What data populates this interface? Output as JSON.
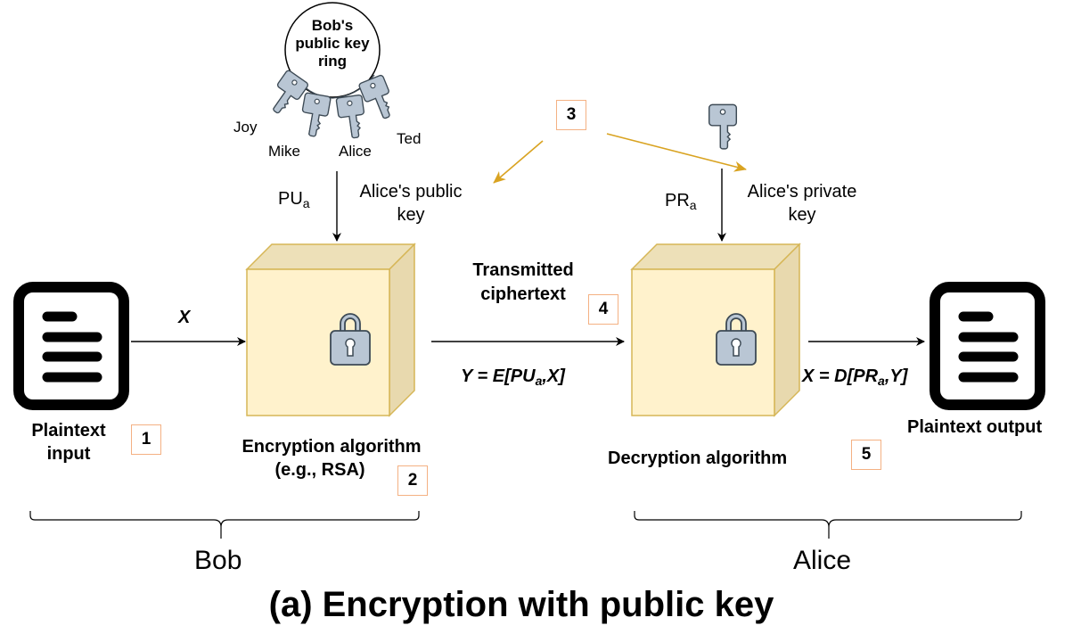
{
  "title": "(a) Encryption with public key",
  "colors": {
    "box_face": "#fff2cc",
    "box_side": "#ede0b8",
    "box_stroke": "#d6b656",
    "lock_fill": "#b9c6d4",
    "lock_stroke": "#3d4a55",
    "step_border": "#f4b183",
    "annotation_arrow": "#d9a321"
  },
  "key_ring": {
    "label_line1": "Bob's",
    "label_line2": "public key",
    "label_line3": "ring",
    "keys": [
      "Joy",
      "Mike",
      "Alice",
      "Ted"
    ]
  },
  "public_key": {
    "symbol": "PU",
    "subscript": "a",
    "label_line1": "Alice's public",
    "label_line2": "key"
  },
  "private_key": {
    "symbol": "PR",
    "subscript": "a",
    "label_line1": "Alice's private",
    "label_line2": "key"
  },
  "plaintext_input": {
    "line1": "Plaintext",
    "line2": "input",
    "step": "1"
  },
  "input_arrow_label": "X",
  "encryption": {
    "line1": "Encryption algorithm",
    "line2": "(e.g., RSA)",
    "step": "2"
  },
  "annotation_step": "3",
  "transmission": {
    "line1": "Transmitted",
    "line2": "ciphertext",
    "step": "4",
    "formula_pre": "Y = E[PU",
    "formula_sub": "a",
    "formula_post": ",X]"
  },
  "decryption": {
    "label": "Decryption algorithm",
    "step": "5",
    "formula_pre": "X = D[PR",
    "formula_sub": "a",
    "formula_post": ",Y]"
  },
  "plaintext_output": {
    "label": "Plaintext output"
  },
  "parties": {
    "left": "Bob",
    "right": "Alice"
  }
}
